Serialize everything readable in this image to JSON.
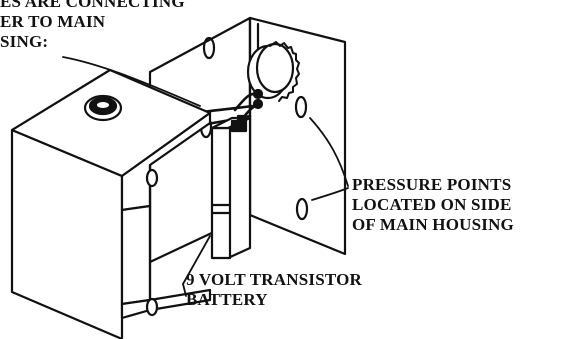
{
  "labels": {
    "wires": [
      "ES ARE CONNECTING",
      "ER TO MAIN",
      "SING:"
    ],
    "pressure_points": [
      "PRESSURE POINTS",
      "LOCATED ON SIDE",
      "OF MAIN HOUSING"
    ],
    "battery": [
      "9 VOLT TRANSISTOR",
      "BATTERY"
    ]
  },
  "colors": {
    "ink": "#111111",
    "paper": "#ffffff"
  }
}
